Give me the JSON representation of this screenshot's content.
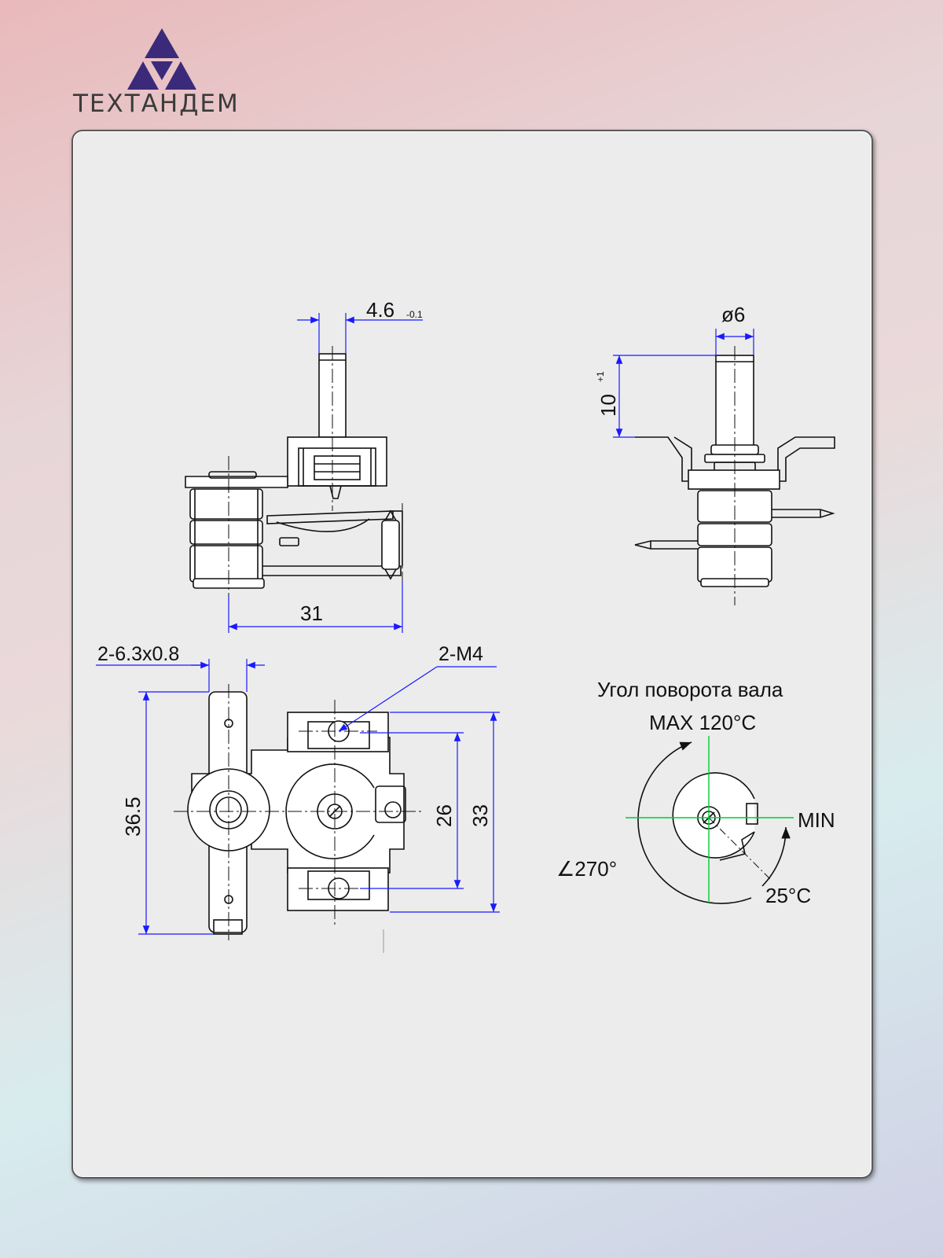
{
  "brand": {
    "name": "ТЕХТАНДЕМ",
    "logo_icon": "triangle-logo-icon",
    "color": "#3b2a7a"
  },
  "drawing": {
    "top_shaft_width": "4.6",
    "top_shaft_tolerance": "-0.1",
    "side_shaft_diameter": "ø6",
    "side_shaft_height": "10",
    "side_shaft_height_tolerance": "+1",
    "base_length": "31",
    "terminal_size": "2-6.3x0.8",
    "mount_thread": "2-M4",
    "total_height": "36.5",
    "hole_spacing": "26",
    "bracket_height": "33",
    "rotation_title": "Угол поворота вала",
    "max_label": "MAX 120°C",
    "min_label": "MIN",
    "angle_label": "∠270°",
    "min_temp_label": "25°C",
    "dimension_color": "#1a1aff",
    "centerline_color": "#00cc33"
  }
}
